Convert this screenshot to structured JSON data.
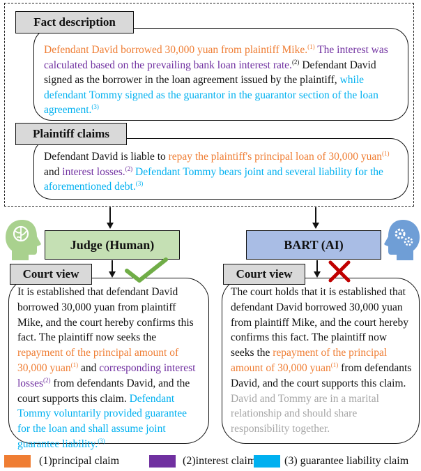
{
  "fact": {
    "title": "Fact description",
    "s1": "Defendant David borrowed 30,000 yuan from plaintiff Mike.",
    "m1": "(1)",
    "s2": "The interest was calculated based on the prevailing bank loan interest rate.",
    "m2": "(2)",
    "s3a": " Defendant David signed as the borrower in the loan agreement issued by the plaintiff,",
    "s3b": "while defendant Tommy signed as the guarantor in the guarantor section of the loan agreement.",
    "m3": "(3)"
  },
  "claims": {
    "title": "Plaintiff claims",
    "t0": "Defendant David is liable to ",
    "c1": "repay the plaintiff's principal loan of 30,000 yuan",
    "m1": "(1)",
    "t1": " and ",
    "c2": "interest losses.",
    "m2": "(2)",
    "c3": " Defendant Tommy bears joint and several liability for the aforementioned debt.",
    "m3": "(3)"
  },
  "judge": {
    "label": "Judge (Human)"
  },
  "bart": {
    "label": "BART (AI)"
  },
  "human_view": {
    "title": "Court view",
    "t0": "It is established that defendant David borrowed 30,000 yuan from plaintiff Mike, and the court hereby confirms this fact. The plaintiff now seeks the ",
    "c1": "repayment of the principal amount of 30,000 yuan",
    "m1": "(1)",
    "t1": " and ",
    "c2": "corresponding interest losses",
    "m2": "(2)",
    "t2": " from defendants David, and the court supports this claim. ",
    "c3": "Defendant Tommy voluntarily provided guarantee for the loan and shall assume joint guarantee liability.",
    "m3": "(3)"
  },
  "ai_view": {
    "title": "Court view",
    "t0": "The court holds that it is established that defendant David borrowed 30,000 yuan from plaintiff Mike, and the court hereby confirms this fact. The plaintiff now seeks the ",
    "c1": "repayment of the principal amount of 30,000 yuan",
    "m1": "(1)",
    "t1": " from defendants David, and the court supports this claim. ",
    "c4": "David and Tommy are in a marital relationship and should share responsibility together."
  },
  "legend": {
    "l1": "(1)principal claim",
    "l2": "(2)interest claim",
    "l3": "(3) guarantee liability claim",
    "colors": {
      "principal": "#ef7d33",
      "interest": "#7030a0",
      "guarantee": "#00b0f0",
      "rejected": "#a6a6a6"
    }
  },
  "colors": {
    "judge_box": "#c5e0b4",
    "bart_box": "#a9bde5",
    "check": "#70ad47",
    "cross": "#c00000",
    "human_icon": "#a9d18e",
    "ai_icon": "#6f9ed6"
  }
}
